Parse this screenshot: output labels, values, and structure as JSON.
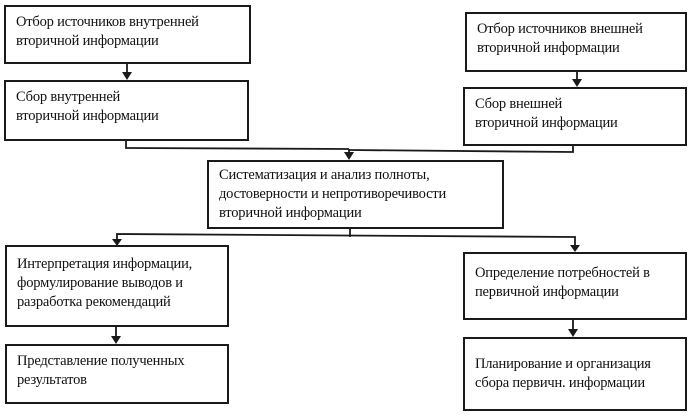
{
  "diagram": {
    "type": "flowchart",
    "nodes": {
      "internal_sources": {
        "label": "Отбор источников внутренней\nвторичной информации"
      },
      "internal_collect": {
        "label": "Сбор внутренней\nвторичной           информации"
      },
      "external_sources": {
        "label": "Отбор источников внешней\n вторичной информации"
      },
      "external_collect": {
        "label": "Сбор внешней\n вторичной информации"
      },
      "systematize": {
        "label": "Систематизация и анализ полноты,\nдостоверности и непротиворечивости\nвторичной информации"
      },
      "interpret": {
        "label": "Интерпретация информации,\nформулирование выводов и\nразработка рекомендаций"
      },
      "present": {
        "label": "Представление полученных\nрезультатов"
      },
      "primary_needs": {
        "label": "Определение потребностей в\nпервичной информации"
      },
      "plan_primary": {
        "label": "Планирование и организация\nсбора  первичн. информации"
      }
    },
    "edges": [
      {
        "from": "internal_sources",
        "to": "internal_collect"
      },
      {
        "from": "external_sources",
        "to": "external_collect"
      },
      {
        "from": "internal_collect",
        "to": "systematize"
      },
      {
        "from": "external_collect",
        "to": "systematize"
      },
      {
        "from": "systematize",
        "to": "interpret"
      },
      {
        "from": "systematize",
        "to": "primary_needs"
      },
      {
        "from": "interpret",
        "to": "present"
      },
      {
        "from": "primary_needs",
        "to": "plan_primary"
      }
    ]
  }
}
